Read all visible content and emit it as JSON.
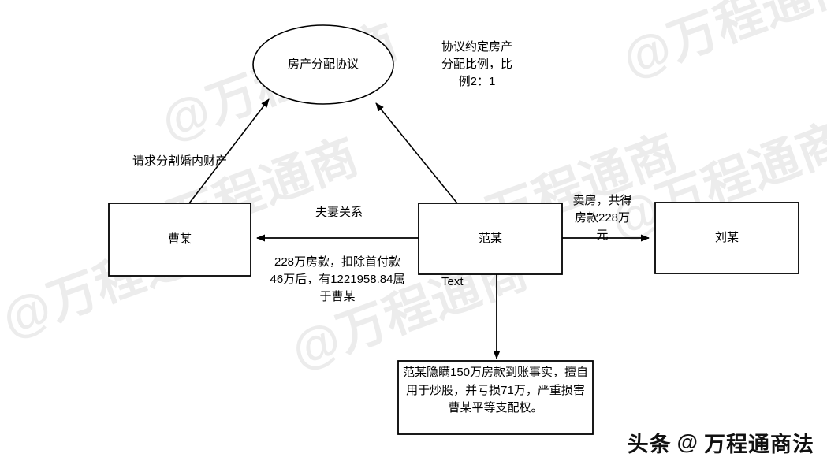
{
  "diagram": {
    "type": "flow-diagram",
    "nodes": [
      {
        "id": "agreement",
        "shape": "ellipse",
        "label": "房产分配协议"
      },
      {
        "id": "cao",
        "shape": "rect",
        "label": "曹某"
      },
      {
        "id": "fan",
        "shape": "rect",
        "label": "范某"
      },
      {
        "id": "liu",
        "shape": "rect",
        "label": "刘某"
      },
      {
        "id": "note",
        "shape": "rect",
        "label": "范某隐瞒150万房款到账事实，擅自用于炒股，并亏损71万，严重损害曹某平等支配权。"
      }
    ],
    "edges": [
      {
        "id": "cao-agreement",
        "from": "cao",
        "to": "agreement",
        "label": "请求分割婚内财产"
      },
      {
        "id": "fan-agreement",
        "from": "fan",
        "to": "agreement",
        "label": "协议约定房产\n分配比例，比\n例2：1"
      },
      {
        "id": "fan-cao",
        "from": "fan",
        "to": "cao",
        "label": "夫妻关系",
        "sublabel": "228万房款，扣除首付款\n46万后，有1221958.84属\n于曹某"
      },
      {
        "id": "fan-liu",
        "from": "fan",
        "to": "liu",
        "label": "卖房，共得\n房款228万\n元"
      },
      {
        "id": "fan-note",
        "from": "fan",
        "to": "note",
        "label": "Text"
      }
    ]
  },
  "brand": {
    "prefix": "头条",
    "at_symbol": "@",
    "name": "万程通商法"
  },
  "watermark": {
    "text": "@万程通商"
  },
  "colors": {
    "stroke": "#000000",
    "background": "#ffffff",
    "watermark": "#ececec",
    "text": "#000000"
  }
}
